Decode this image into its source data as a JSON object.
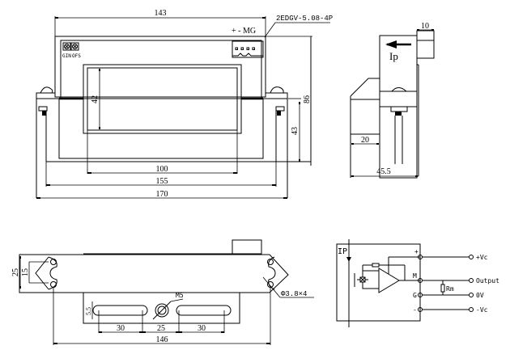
{
  "title": "Hall current sensor outline drawing and wiring diagram",
  "front_view": {
    "dim_top_width": "143",
    "connector_part": "2EDGV-5.08-4P",
    "connector_pins": "+ - MG",
    "trim_labels": [
      "GIN",
      "OFS"
    ],
    "dim_window_height": "42",
    "dim_total_height": "86",
    "dim_lower_height": "43",
    "dim_window_width": "100",
    "dim_inner_width": "155",
    "dim_total_width": "170"
  },
  "side_view": {
    "dim_connector": "10",
    "current_label": "Ip",
    "dim_foot": "20",
    "dim_depth": "45.5"
  },
  "bottom_view": {
    "dim_outer_height": "25",
    "dim_hole_pitch": "15",
    "dim_slot_width": "5.5",
    "thread_label": "M5",
    "dim_slot_left": "30",
    "dim_gap": "25",
    "dim_slot_right": "30",
    "dim_hole_span": "146",
    "hole_label": "Φ3.8×4"
  },
  "wiring": {
    "primary_label": "IP",
    "pins": [
      {
        "pin": "+",
        "signal": "+Vc"
      },
      {
        "pin": "M",
        "signal": "Output"
      },
      {
        "pin": "G",
        "signal": "0V"
      },
      {
        "pin": "-",
        "signal": "-Vc"
      }
    ],
    "resistor_label": "Rm"
  }
}
